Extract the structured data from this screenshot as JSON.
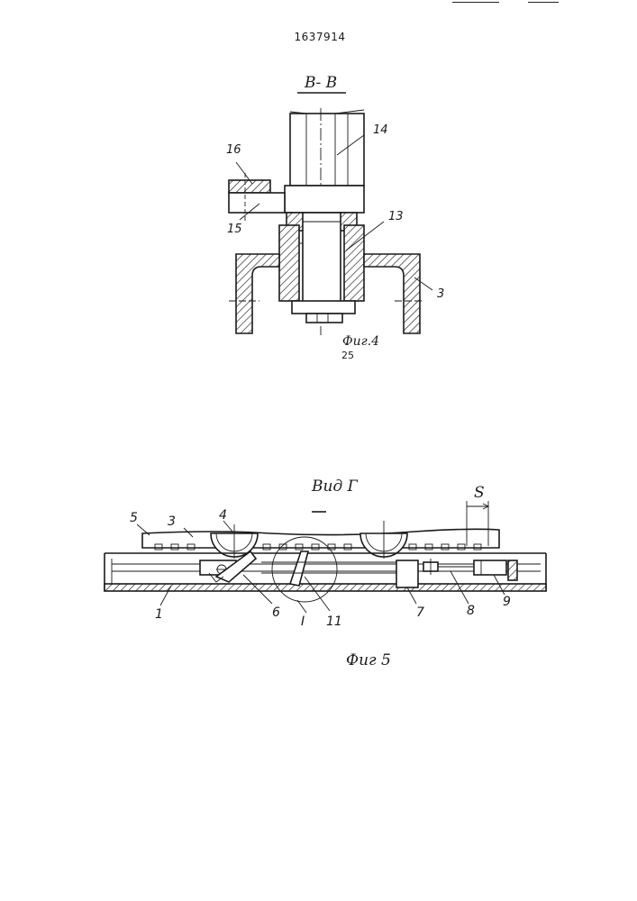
{
  "header": {
    "patent_number": "1637914"
  },
  "figure4": {
    "section_label": "В- В",
    "caption": "Фиг.4",
    "page_number": "25",
    "callouts": {
      "c16": "16",
      "c14": "14",
      "c13": "13",
      "c15": "15",
      "c3": "3"
    }
  },
  "figure5": {
    "view_label": "Вид Г",
    "caption": "Фиг 5",
    "dimension_s": "S",
    "callouts": {
      "c5": "5",
      "c3": "3",
      "c4": "4",
      "c1": "1",
      "c6": "6",
      "cI": "I",
      "c11": "11",
      "c7": "7",
      "c8": "8",
      "c9": "9"
    }
  }
}
